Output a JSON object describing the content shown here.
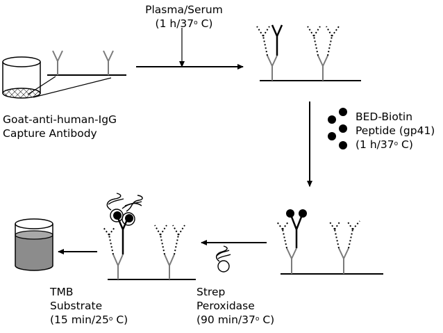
{
  "step1": {
    "label_line1": "Plasma/Serum",
    "label_line2_pre": "(1 h/37",
    "label_line2_sup": "o",
    "label_line2_post": " C)"
  },
  "capture": {
    "line1": "Goat-anti-human-IgG",
    "line2": "Capture Antibody"
  },
  "step2": {
    "line1": "BED-Biotin",
    "line2": "Peptide (gp41)",
    "line3_pre": "(1 h/37",
    "line3_sup": "o",
    "line3_post": " C)"
  },
  "step3": {
    "line1": "Strep",
    "line2": "Peroxidase",
    "line3_pre": "(90 min/37",
    "line3_sup": "o",
    "line3_post": " C)"
  },
  "step4": {
    "line1": "TMB",
    "line2": "Substrate",
    "line3_pre": "(15 min/25",
    "line3_sup": "o",
    "line3_post": " C)"
  },
  "colors": {
    "ink": "#000000",
    "antibody_grey": "#7a7a7a",
    "well_liquid": "#8c8c8c"
  }
}
